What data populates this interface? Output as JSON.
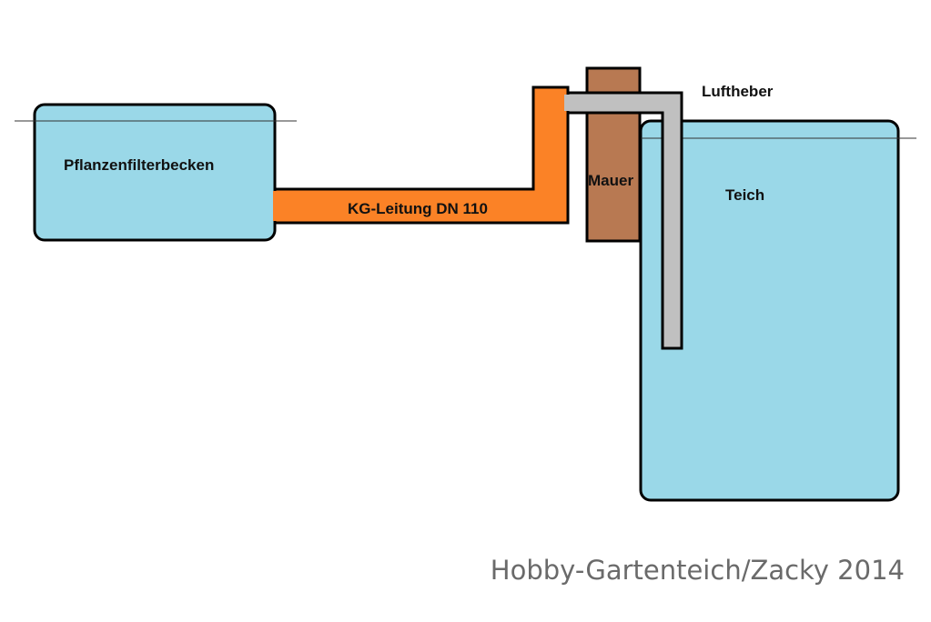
{
  "labels": {
    "plant_filter_basin": "Pflanzenfilterbecken",
    "pipe": "KG-Leitung DN 110",
    "wall": "Mauer",
    "air_lift": "Luftheber",
    "pond": "Teich"
  },
  "credit": "Hobby-Gartenteich/Zacky 2014",
  "colors": {
    "water": "#9ad8e8",
    "pipe": "#fb8226",
    "wall": "#b87952",
    "air_lift": "#c0c0c0",
    "outline": "#000000"
  }
}
